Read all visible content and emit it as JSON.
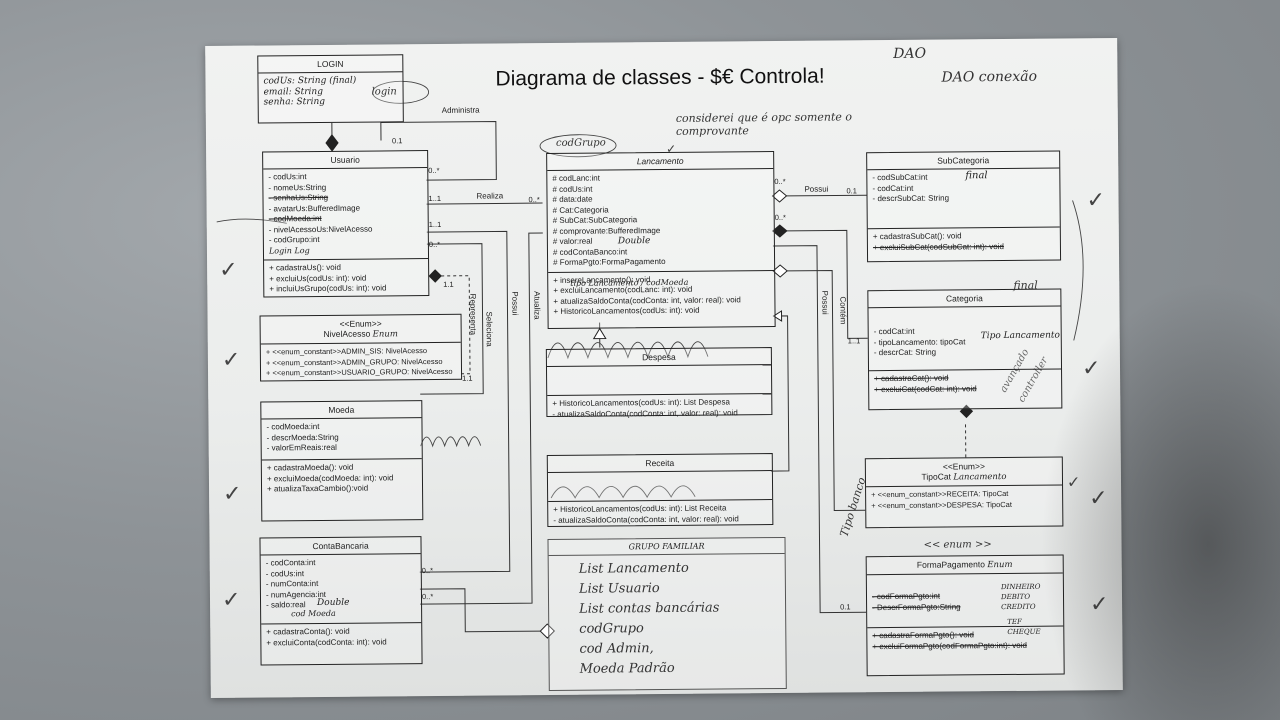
{
  "title": "Diagrama de classes - $€ Controla!",
  "notes": {
    "dao": "DAO",
    "dao_conexao": "DAO conexão",
    "consider": "considerei que é opc somente o comprovante",
    "codgrupo_tag": "codGrupo",
    "final_note": "final",
    "final_note2": "final",
    "tipo_banco": "Tipo banco",
    "avancado": "avançado",
    "controller": "controller",
    "enum_tag": "<< enum >>"
  },
  "classes": {
    "login": {
      "name": "LOGIN",
      "attrs": [
        "codUs: String (final)",
        "email: String",
        "senha: String"
      ],
      "hand_login": "login"
    },
    "usuario": {
      "name": "Usuario",
      "attrs": [
        "- codUs:int",
        "- nomeUs:String",
        "- senhaUs:String",
        "- avatarUs:BufferedImage",
        "- codMoeda:int",
        "- nivelAcessoUs:NivelAcesso",
        "- codGrupo:int"
      ],
      "hand_extra": "Login Log",
      "methods": [
        "+ cadastraUs(): void",
        "+ excluiUs(codUs: int): void",
        "+ incluiUsGrupo(codUs: int): void"
      ]
    },
    "nivel": {
      "stereotype": "<<Enum>>",
      "name": "NivelAcesso",
      "hand": "Enum",
      "values": [
        "+ <<enum_constant>>ADMIN_SIS: NivelAcesso",
        "+ <<enum_constant>>ADMIN_GRUPO: NivelAcesso",
        "+ <<enum_constant>>USUARIO_GRUPO: NivelAcesso"
      ]
    },
    "moeda": {
      "name": "Moeda",
      "attrs": [
        "- codMoeda:int",
        "- descrMoeda:String",
        "- valorEmReais:real"
      ],
      "methods": [
        "+ cadastraMoeda(): void",
        "+ excluiMoeda(codMoeda: int): void",
        "+ atualizaTaxaCambio():void"
      ]
    },
    "conta": {
      "name": "ContaBancaria",
      "attrs": [
        "- codConta:int",
        "- codUs:int",
        "- numConta:int",
        "- numAgencia:int",
        "- saldo:real"
      ],
      "hand": "Double",
      "hand2": "cod Moeda",
      "methods": [
        "+ cadastraConta(): void",
        "+ excluiConta(codConta: int): void"
      ]
    },
    "lancamento": {
      "name": "Lancamento",
      "attrs": [
        "# codLanc:int",
        "# codUs:int",
        "# data:date",
        "# Cat:Categoria",
        "# SubCat:SubCategoria",
        "# comprovante:BufferedImage",
        "# valor:real",
        "# codContaBanco:int",
        "# FormaPgto:FormaPagamento"
      ],
      "hand_double": "Double",
      "hand_tipo": "tipo Lancamento / codMoeda",
      "methods": [
        "+ insereLancamento(): void",
        "+ excluiLancamento(codLanc: int): void",
        "+ atualizaSaldoConta(codConta: int, valor: real): void",
        "+ HistoricoLancamentos(codUs: int): void"
      ]
    },
    "despesa": {
      "name": "Despesa",
      "methods": [
        "+ HistoricoLancamentos(codUs: int): List Despesa",
        "- atualizaSaldoConta(codConta: int, valor: real): void"
      ]
    },
    "receita": {
      "name": "Receita",
      "methods": [
        "+ HistoricoLancamentos(codUs: int): List Receita",
        "- atualizaSaldoConta(codConta: int, valor: real): void"
      ]
    },
    "grupo": {
      "name": "GRUPO FAMILIAR",
      "items": [
        "List Lancamento",
        "List Usuario",
        "List contas bancárias",
        "codGrupo",
        "cod Admin,",
        "Moeda Padrão"
      ]
    },
    "subcat": {
      "name": "SubCategoria",
      "attrs": [
        "- codSubCat:int",
        "- codCat:int",
        "- descrSubCat: String"
      ],
      "hand": "final",
      "methods": [
        "+ cadastraSubCat(): void",
        "+ excluiSubCat(codSubCat: int): void"
      ]
    },
    "categoria": {
      "name": "Categoria",
      "attrs": [
        "- codCat:int",
        "- tipoLancamento: tipoCat",
        "- descrCat: String"
      ],
      "hand": "Tipo Lancamento",
      "methods": [
        "+ cadastraCat(): void",
        "+ excluiCat(codCat: int): void"
      ]
    },
    "tipocat": {
      "stereotype": "<<Enum>>",
      "name": "TipoCat",
      "hand": "Lancamento",
      "values": [
        "+ <<enum_constant>>RECEITA: TipoCat",
        "+ <<enum_constant>>DESPESA: TipoCat"
      ]
    },
    "forma": {
      "name": "FormaPagamento",
      "hand": "Enum",
      "attrs": [
        "- codFormaPgto:int",
        "- DescrFormaPgto:String"
      ],
      "methods": [
        "+ cadastraFormaPgto(): void",
        "+ excluiFormaPgto(codFormaPgto:int): void"
      ],
      "hand_vals": [
        "DINHEIRO",
        "DEBITO",
        "CREDITO",
        "TEF",
        "CHEQUE"
      ]
    }
  },
  "relations": {
    "administra": "Administra",
    "realiza": "Realiza",
    "possui": "Possui",
    "possui2": "Possui",
    "possui3": "Possui",
    "contem": "Contém",
    "atualiza": "Atualiza",
    "representa": "Representa",
    "seleciona": "Seleciona"
  },
  "multiplicities": {
    "m01a": "0.1",
    "m0sa": "0..*",
    "m11a": "1..1",
    "m11b": "1..1",
    "m0sb": "0..*",
    "m0sc": "0..*",
    "m01b": "0.1",
    "m11c": "1..1",
    "m0sd": "0..*",
    "m0se": "0..*",
    "m11d": "1.1",
    "m0sf": "0..*",
    "m0sg": "0..*",
    "m01c": "0.1",
    "m11e": "1.1"
  },
  "checks": [
    "✓",
    "✓",
    "✓",
    "✓",
    "✓",
    "✓",
    "✓",
    "✓",
    "✓",
    "✓"
  ]
}
